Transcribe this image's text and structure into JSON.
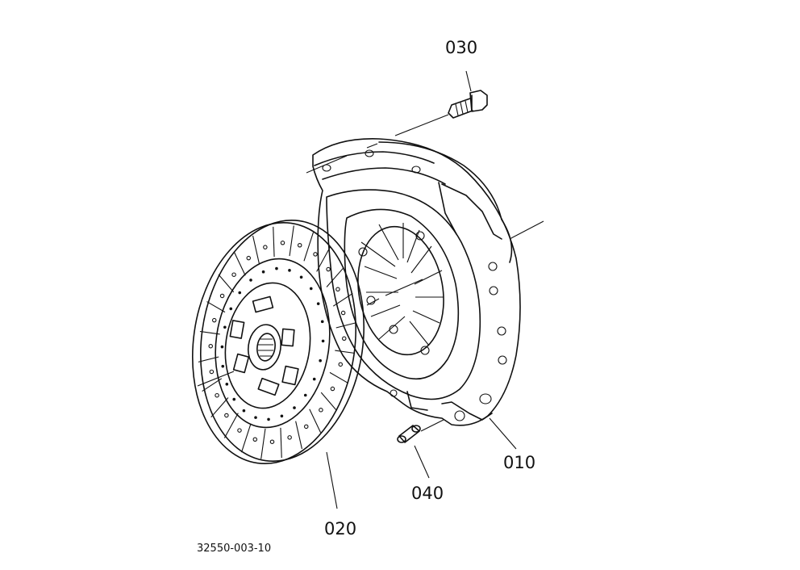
{
  "diagram": {
    "callouts": {
      "pressure_plate": "010",
      "clutch_disc": "020",
      "bolt": "030",
      "pin": "040"
    },
    "drawing_code": "32550-003-10",
    "colors": {
      "ink": "#111111",
      "paper": "#ffffff"
    }
  }
}
